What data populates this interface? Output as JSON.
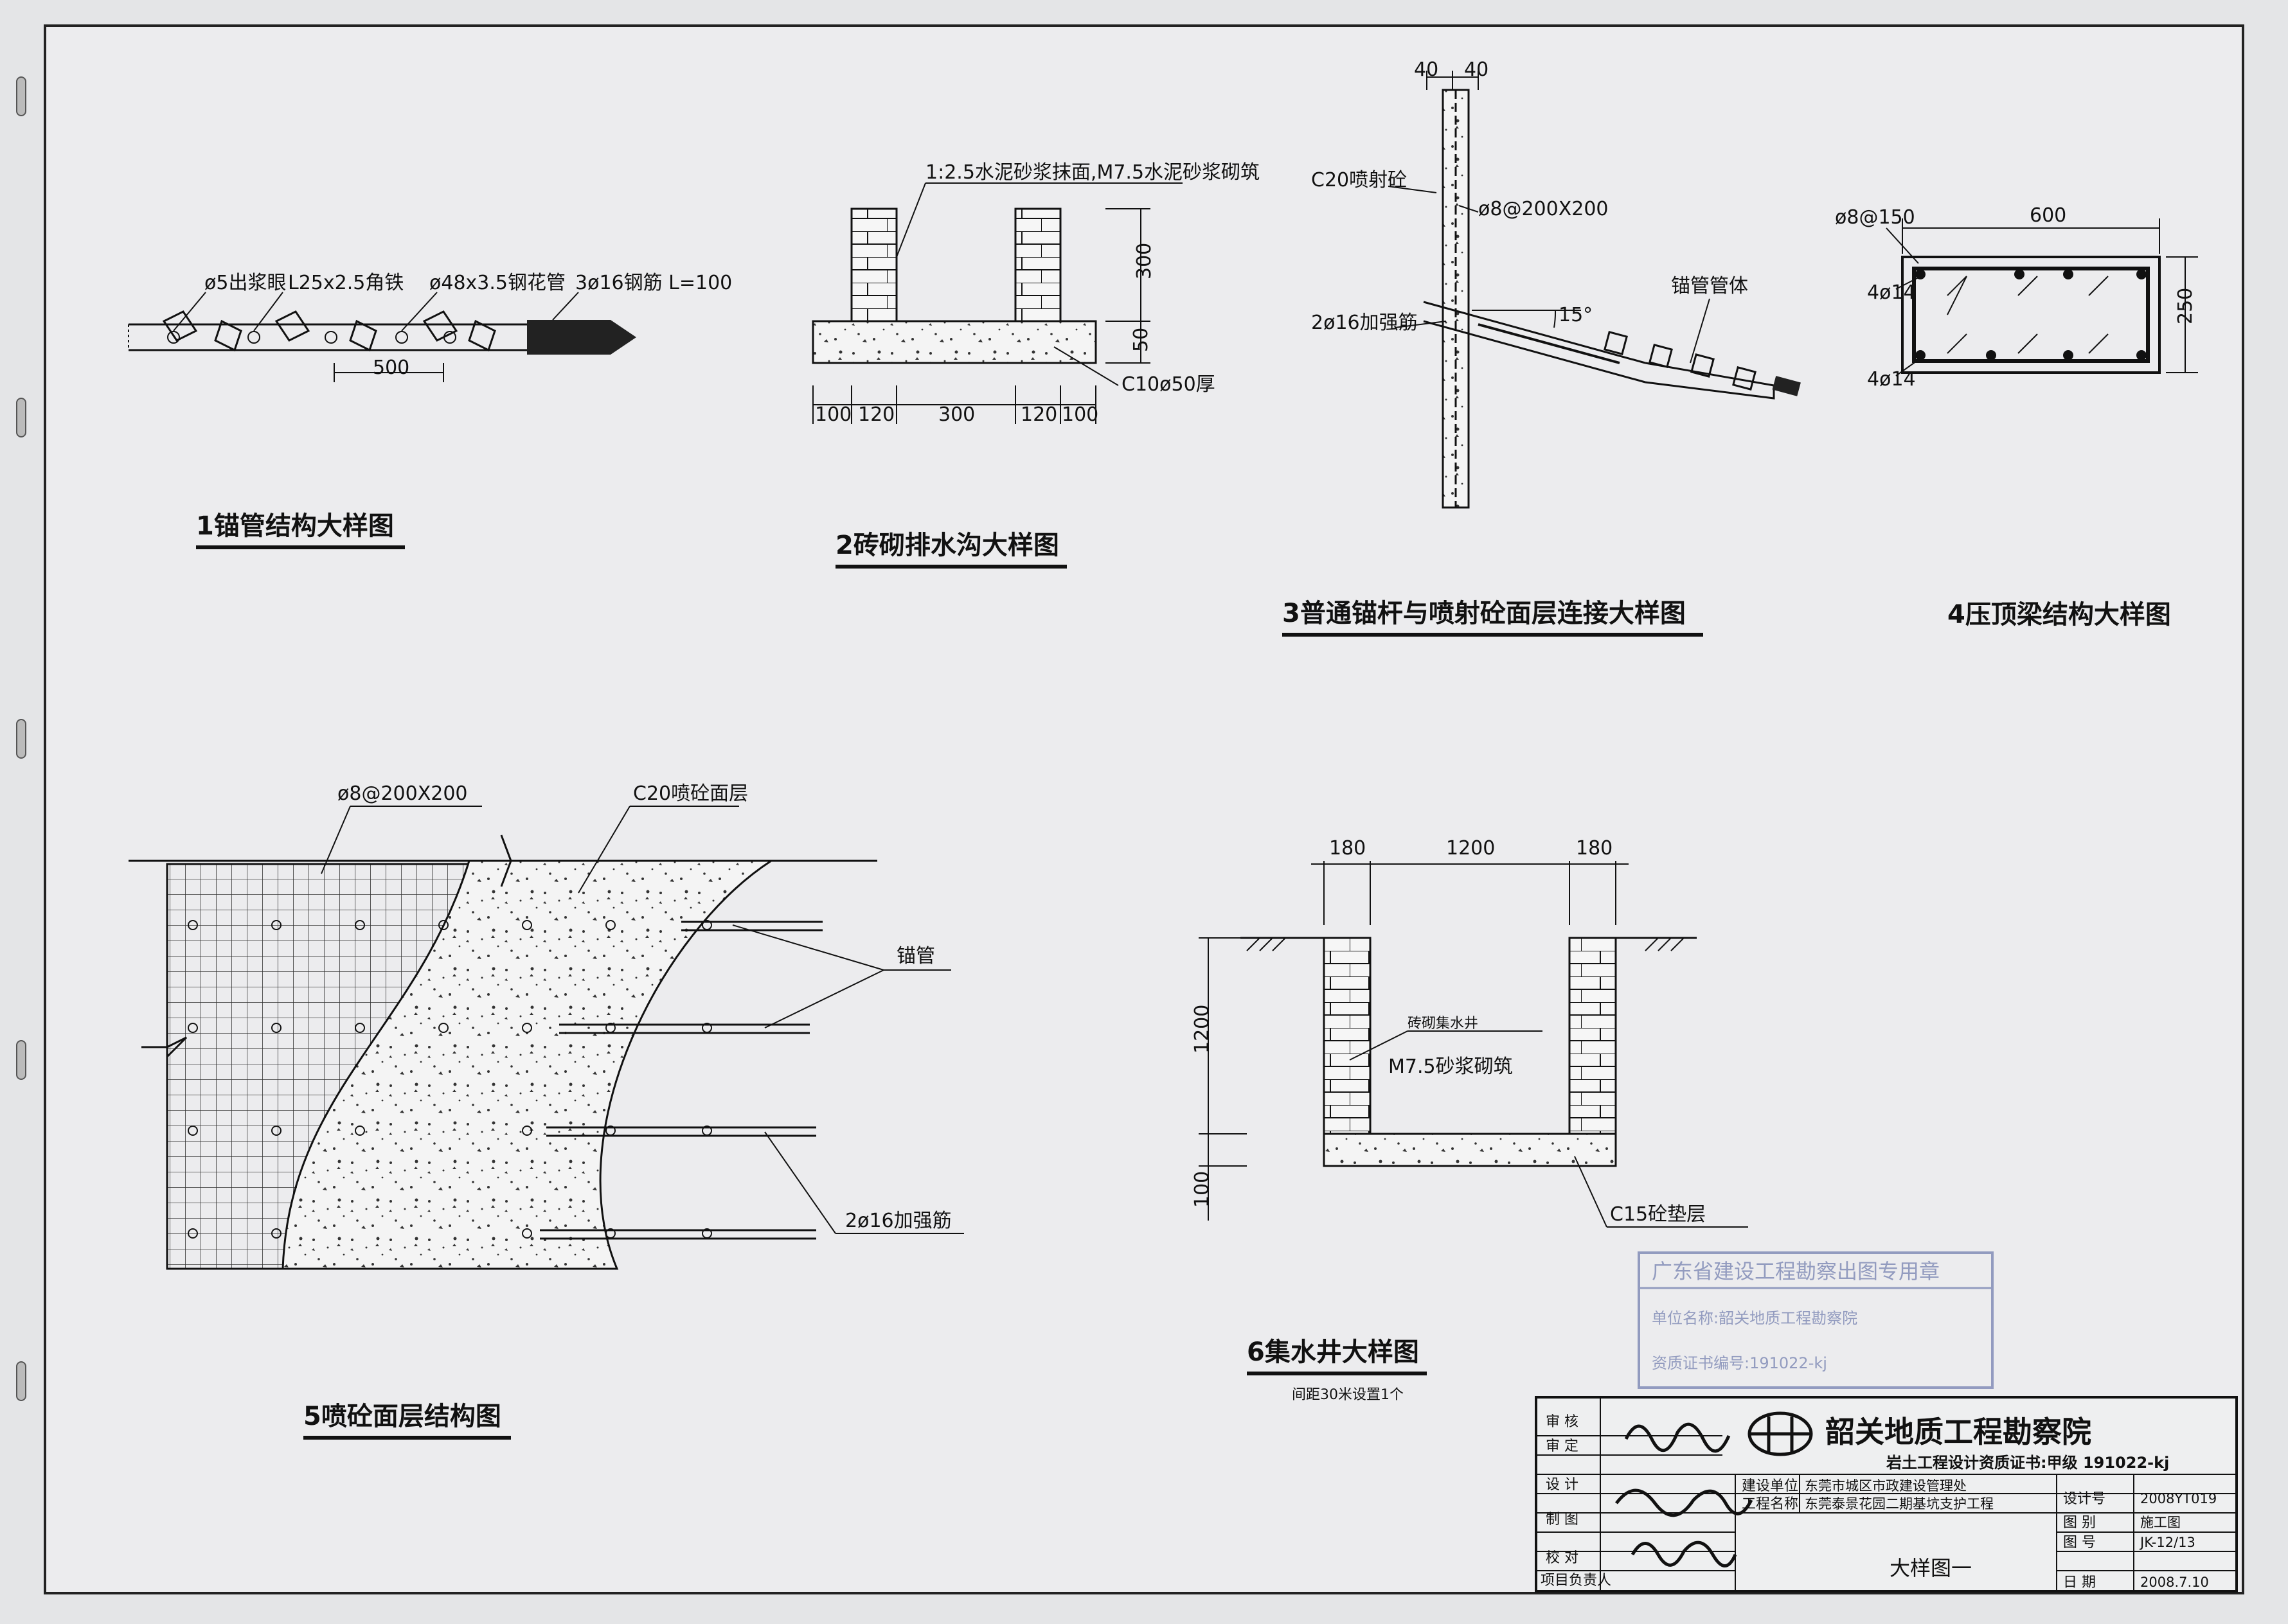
{
  "drawings": {
    "d1": {
      "title": "1锚管结构大样图",
      "lbl_hole": "ø5出浆眼",
      "lbl_angle": "L25x2.5角铁",
      "lbl_pipe": "ø48x3.5钢花管",
      "lbl_rebar": "3ø16钢筋 L=100",
      "dim_500": "500"
    },
    "d2": {
      "title": "2砖砌排水沟大样图",
      "lbl_mortar": "1:2.5水泥砂浆抹面,M7.5水泥砂浆砌筑",
      "dim_300v": "300",
      "dim_50": "50",
      "lbl_c10": "C10ø50厚",
      "dims": [
        "100",
        "120",
        "300",
        "120",
        "100"
      ]
    },
    "d3": {
      "title": "3普通锚杆与喷射砼面层连接大样图",
      "dim_40a": "40",
      "dim_40b": "40",
      "lbl_c20": "C20喷射砼",
      "lbl_mesh": "ø8@200X200",
      "lbl_body": "锚管管体",
      "lbl_rebar": "2ø16加强筋",
      "lbl_angle": "15°"
    },
    "d4": {
      "title": "4压顶梁结构大样图",
      "lbl_stirrup": "ø8@150",
      "dim_600": "600",
      "dim_250": "250",
      "lbl_top": "4ø14",
      "lbl_bottom": "4ø14"
    },
    "d5": {
      "title": "5喷砼面层结构图",
      "lbl_mesh": "ø8@200X200",
      "lbl_c20": "C20喷砼面层",
      "lbl_anchor": "锚管",
      "lbl_rebar": "2ø16加强筋"
    },
    "d6": {
      "title": "6集水井大样图",
      "subtitle": "间距30米设置1个",
      "dims_top": [
        "180",
        "1200",
        "180"
      ],
      "dim_1200v": "1200",
      "dim_100v": "100",
      "lbl_well": "砖砌集水井",
      "lbl_mortar": "M7.5砂浆砌筑",
      "lbl_c15": "C15砼垫层"
    }
  },
  "stamp": {
    "line1": "广东省建设工程勘察出图专用章",
    "line2": "单位名称:韶关地质工程勘察院",
    "line3": "资质证书编号:191022-kj"
  },
  "title_block": {
    "company": "韶关地质工程勘察院",
    "cert": "岩土工程设计资质证书:甲级 191022-kj",
    "roles": [
      "审 核",
      "审 定",
      "设 计",
      "制 图",
      "校 对",
      "项目负责人"
    ],
    "client_label": "建设单位",
    "client": "东莞市城区市政建设管理处",
    "project_label": "工程名称",
    "project": "东莞泰景花园二期基坑支护工程",
    "drawing_name": "大样图一",
    "meta": [
      {
        "label": "设计号",
        "value": "2008YT019"
      },
      {
        "label": "图 别",
        "value": "施工图"
      },
      {
        "label": "图 号",
        "value": "JK-12/13"
      },
      {
        "label": "日 期",
        "value": "2008.7.10"
      }
    ]
  }
}
